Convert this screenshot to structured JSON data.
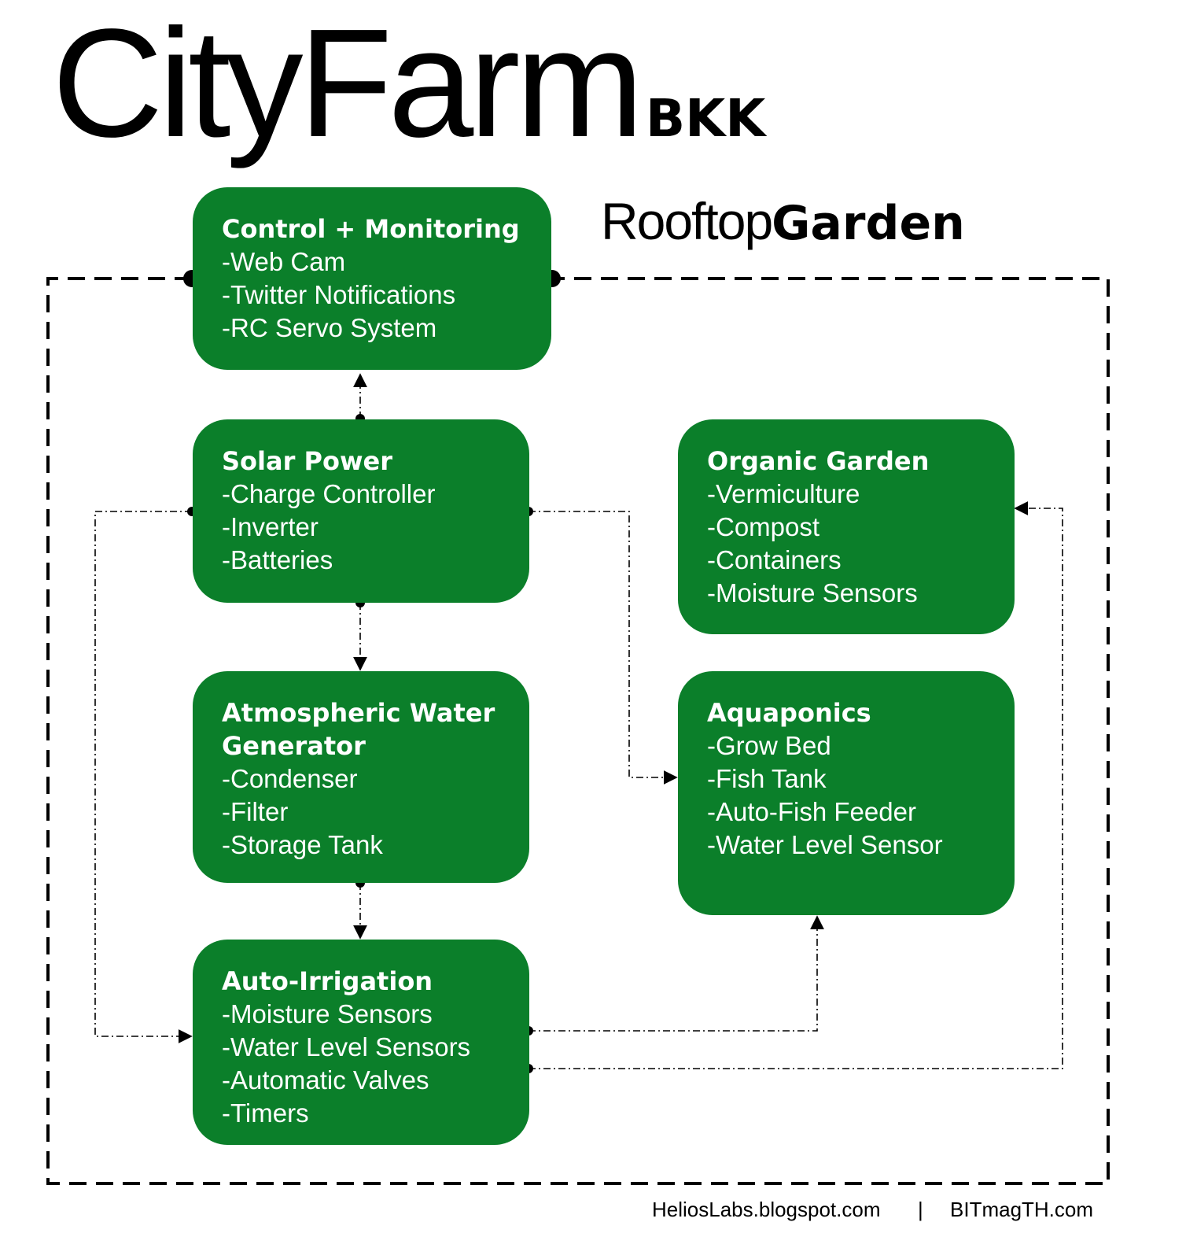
{
  "header": {
    "title": "CityFarm",
    "title_suffix": "BKK",
    "subtitle_light": "Rooftop",
    "subtitle_bold": "Garden"
  },
  "colors": {
    "box_fill": "#0b7f2a",
    "box_text": "#ffffff",
    "lines": "#000000"
  },
  "nodes": {
    "control": {
      "title": "Control + Monitoring",
      "items": [
        "-Web Cam",
        "-Twitter Notifications",
        "-RC Servo System"
      ]
    },
    "solar": {
      "title": "Solar Power",
      "items": [
        "-Charge Controller",
        "-Inverter",
        "-Batteries"
      ]
    },
    "water": {
      "title": "Atmospheric Water Generator",
      "items": [
        "-Condenser",
        "-Filter",
        "-Storage Tank"
      ]
    },
    "irrigation": {
      "title": "Auto-Irrigation",
      "items": [
        "-Moisture Sensors",
        "-Water Level Sensors",
        "-Automatic Valves",
        "-Timers"
      ]
    },
    "organic": {
      "title": "Organic Garden",
      "items": [
        "-Vermiculture",
        "-Compost",
        "-Containers",
        "-Moisture Sensors"
      ]
    },
    "aquaponics": {
      "title": "Aquaponics",
      "items": [
        "-Grow Bed",
        "-Fish Tank",
        "-Auto-Fish Feeder",
        "-Water Level Sensor"
      ]
    }
  },
  "edges": [
    {
      "from": "solar",
      "to": "control",
      "style": "dash-dot"
    },
    {
      "from": "solar",
      "to": "water",
      "style": "dash-dot"
    },
    {
      "from": "water",
      "to": "irrigation",
      "style": "dash-dot"
    },
    {
      "from": "solar",
      "to": "irrigation",
      "style": "dash-dot"
    },
    {
      "from": "solar",
      "to": "aquaponics",
      "style": "dash-dot"
    },
    {
      "from": "irrigation",
      "to": "aquaponics",
      "style": "dash-dot"
    },
    {
      "from": "irrigation",
      "to": "organic",
      "style": "dash-dot"
    }
  ],
  "footer": {
    "left": "HeliosLabs.blogspot.com",
    "separator": "|",
    "right": "BITmagTH.com"
  }
}
